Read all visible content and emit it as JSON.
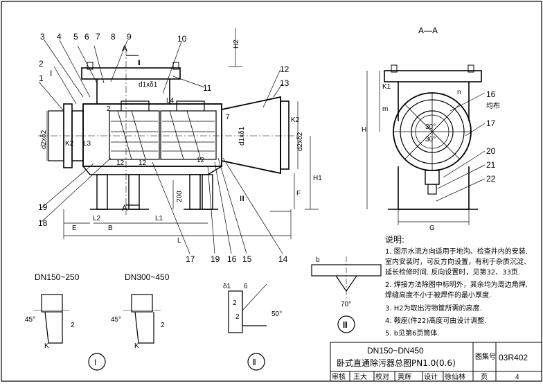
{
  "main_view": {
    "labels": {
      "p1": "1",
      "p2": "2",
      "p3": "3",
      "p4": "4",
      "p5": "5",
      "p6": "6",
      "p7": "7",
      "p8": "8",
      "p9": "9",
      "p10": "10",
      "p11": "11",
      "p12": "12",
      "p13": "13",
      "p14": "14",
      "p15": "15",
      "p16": "16",
      "p17": "17",
      "p18": "18",
      "p19": "19",
      "p12b": "12",
      "p12c": "12",
      "p12d": "12",
      "p19b": "19",
      "p7b": "7",
      "p2b": "2"
    },
    "section_mark": "A",
    "section_mark_bottom": "A",
    "detail_I": "I",
    "detail_II": "Ⅱ",
    "detail_III": "Ⅲ",
    "dims": {
      "H2": "H2",
      "d1xd1": "d1xδ1",
      "L4": "L4",
      "d2xd2": "d2xδ2",
      "K2": "K2",
      "L3": "L3",
      "d1xd1b": "d1xδ1",
      "K2b": "K2",
      "d2xd2b": "d2xδ2",
      "H1": "H1",
      "F": "F",
      "E": "E",
      "L2": "L2",
      "B": "B",
      "L1": "L1",
      "L": "L",
      "h200": "200"
    }
  },
  "section_view": {
    "title": "A—A",
    "labels": {
      "p16": "16",
      "p17": "17",
      "p20": "20",
      "p21": "21",
      "p22": "22"
    },
    "uniform": "均布",
    "dims": {
      "K1": "K1",
      "m": "m",
      "H": "H",
      "G": "G",
      "n": "n",
      "deg30a": "30°",
      "deg30b": "30°"
    }
  },
  "details": {
    "dn_small": "DN150~250",
    "dn_large": "DN300~450",
    "angle45a": "45°",
    "angle45b": "45°",
    "num2a": "2",
    "num2b": "2",
    "Ka": "K",
    "Kb": "K",
    "circle1": "I",
    "circle2": "Ⅱ",
    "circle3": "Ⅲ",
    "d1": "δ1",
    "six": "6",
    "two_a": "2",
    "two_b": "2",
    "fifty": "50°",
    "b": "b",
    "seventy": "70°"
  },
  "notes": {
    "heading": "说明:",
    "lines": [
      "1. 图示水流方向适用于地沟、检查井内的安装.",
      "   室内安装时，可反方向设置，有利于杂质沉淀、",
      "   延长检修时间. 反向设置时，见第32、33页.",
      "2. 焊接方法除图中标明外，其余均为周边角焊,",
      "   焊缝高度不小于被焊件的最小厚度.",
      "3. H2为取出污物筐所需的高度.",
      "4. 鞍座(件22)高度可由设计调整.",
      "5. b见第6页筒体."
    ]
  },
  "title_block": {
    "title_line1": "DN150~DN450",
    "title_line2": "卧式直通除污器总图PN1.0(0.6)",
    "atlas_label": "图集号",
    "atlas_no": "03R402",
    "review": "审核",
    "review_sig": "王大",
    "check": "校对",
    "check_sig": "黄辉",
    "design": "设计",
    "design_sig": "徐仙林",
    "page_label": "页",
    "page_no": "4"
  }
}
